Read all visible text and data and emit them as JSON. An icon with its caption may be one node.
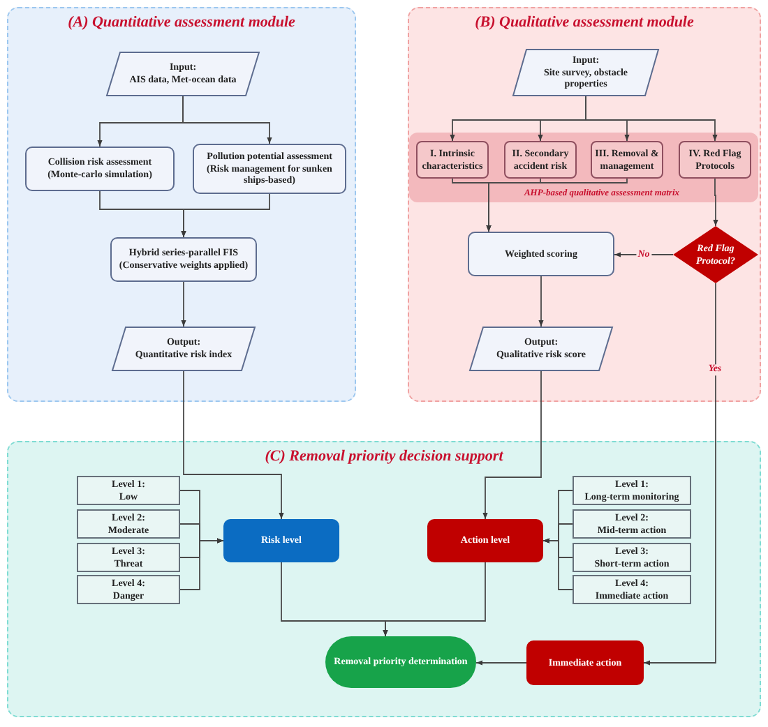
{
  "diagram": {
    "nodes": [
      {
        "text": [
          "(A) Quantitative assessment module"
        ]
      },
      {
        "text": [
          "Input:",
          "AIS data, Met-ocean data"
        ],
        "in": 0
      },
      {
        "text": [
          "Collision risk assessment",
          "(Monte-carlo simulation)"
        ],
        "in": 0
      },
      {
        "text": [
          "Pollution potential assessment",
          "(Risk management for sunken ships-based)"
        ],
        "in": 0
      },
      {
        "text": [
          "Hybrid series-parallel FIS",
          "(Conservative weights applied)"
        ],
        "in": 0
      },
      {
        "text": [
          "Output:",
          "Quantitative risk index"
        ],
        "in": 0
      },
      {
        "text": [
          "(B) Qualitative assessment module"
        ]
      },
      {
        "text": [
          "Input:",
          "Site survey, obstacle properties"
        ],
        "in": 6
      },
      {
        "text": [
          "AHP-based qualitative assessment matrix"
        ],
        "in": 6
      },
      {
        "text": [
          "I. Intrinsic characteristics"
        ],
        "in": 8
      },
      {
        "text": [
          "II. Secondary accident risk"
        ],
        "in": 8
      },
      {
        "text": [
          "III. Removal & management"
        ],
        "in": 8
      },
      {
        "text": [
          "IV. Red Flag Protocols"
        ],
        "in": 8
      },
      {
        "text": [
          "Weighted scoring"
        ],
        "in": 6
      },
      {
        "text": [
          "Red Flag Protocol?"
        ],
        "in": 6
      },
      {
        "text": [
          "Output:",
          "Qualitative risk score"
        ],
        "in": 6
      },
      {
        "text": [
          "(C) Removal priority decision support"
        ]
      },
      {
        "text": [
          "Level 1:",
          "Low"
        ],
        "in": 16
      },
      {
        "text": [
          "Level 2:",
          "Moderate"
        ],
        "in": 16
      },
      {
        "text": [
          "Level 3:",
          "Threat"
        ],
        "in": 16
      },
      {
        "text": [
          "Level 4:",
          "Danger"
        ],
        "in": 16
      },
      {
        "text": [
          "Risk level"
        ],
        "in": 16
      },
      {
        "text": [
          "Action level"
        ],
        "in": 16
      },
      {
        "text": [
          "Level 1:",
          "Long-term monitoring"
        ],
        "in": 16
      },
      {
        "text": [
          "Level 2:",
          "Mid-term action"
        ],
        "in": 16
      },
      {
        "text": [
          "Level 3:",
          "Short-term action"
        ],
        "in": 16
      },
      {
        "text": [
          "Level 4:",
          "Immediate action"
        ],
        "in": 16
      },
      {
        "text": [
          "Removal priority determination"
        ],
        "in": 16
      },
      {
        "text": [
          "Immediate action"
        ],
        "in": 16
      }
    ],
    "edges": [
      {
        "from": 1,
        "to": 2,
        "arrow": "to"
      },
      {
        "from": 1,
        "to": 3,
        "arrow": "to"
      },
      {
        "from": 2,
        "to": 4,
        "arrow": "to"
      },
      {
        "from": 3,
        "to": 4,
        "arrow": "to"
      },
      {
        "from": 4,
        "to": 5,
        "arrow": "to"
      },
      {
        "from": 5,
        "to": 21,
        "arrow": "to"
      },
      {
        "from": 7,
        "to": 9,
        "arrow": "to"
      },
      {
        "from": 7,
        "to": 10,
        "arrow": "to"
      },
      {
        "from": 7,
        "to": 11,
        "arrow": "to"
      },
      {
        "from": 7,
        "to": 12,
        "arrow": "to"
      },
      {
        "from": 9,
        "to": 13,
        "arrow": "to"
      },
      {
        "from": 10,
        "to": 13,
        "arrow": "to"
      },
      {
        "from": 11,
        "to": 13,
        "arrow": "to"
      },
      {
        "from": 12,
        "to": 14,
        "arrow": "to"
      },
      {
        "from": 14,
        "to": 13,
        "label": "No",
        "arrow": "to"
      },
      {
        "from": 13,
        "to": 15,
        "arrow": "to"
      },
      {
        "from": 15,
        "to": 22,
        "arrow": "to"
      },
      {
        "from": 14,
        "to": 28,
        "label": "Yes",
        "arrow": "to"
      },
      {
        "from": 17,
        "to": 21,
        "arrow": "to"
      },
      {
        "from": 18,
        "to": 21,
        "arrow": "to"
      },
      {
        "from": 19,
        "to": 21,
        "arrow": "to"
      },
      {
        "from": 20,
        "to": 21,
        "arrow": "to"
      },
      {
        "from": 23,
        "to": 22,
        "arrow": "to"
      },
      {
        "from": 24,
        "to": 22,
        "arrow": "to"
      },
      {
        "from": 25,
        "to": 22,
        "arrow": "to"
      },
      {
        "from": 26,
        "to": 22,
        "arrow": "to"
      },
      {
        "from": 21,
        "to": 27,
        "arrow": "to"
      },
      {
        "from": 22,
        "to": 27,
        "arrow": "to"
      },
      {
        "from": 28,
        "to": 27,
        "arrow": "to"
      }
    ]
  }
}
